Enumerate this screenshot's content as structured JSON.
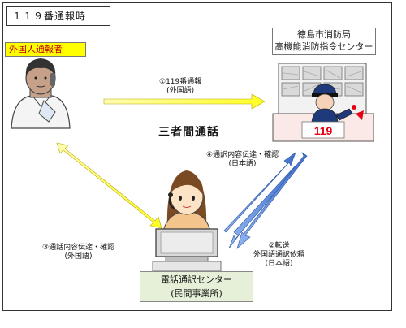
{
  "title": "１１９番通報時",
  "reporter": {
    "label": "外国人通報者"
  },
  "fire_department": {
    "line1": "徳島市消防局",
    "line2": "高機能消防指令センター",
    "display": "119"
  },
  "calls": {
    "report": {
      "line1": "①119番通報",
      "line2": "(外国語)"
    },
    "content_to_fd": {
      "line1": "④通訳内容伝達・確認",
      "line2": "(日本語)"
    },
    "transfer": {
      "line1": "②転送",
      "line2": "外国語通訳依頼",
      "line3": "(日本語)"
    },
    "content_to_caller": {
      "line1": "③通話内容伝達・確認",
      "line2": "(外国語)"
    }
  },
  "three_way_label": "三者間通話",
  "interpretation_center": {
    "line1": "電話通訳センター",
    "line2": "(民間事業所)"
  },
  "colors": {
    "yellow_arrow": "#ffff33",
    "blue_arrow": "#4f7fd9",
    "label_yellow": "#ffff00",
    "accent_red": "#e60012"
  }
}
